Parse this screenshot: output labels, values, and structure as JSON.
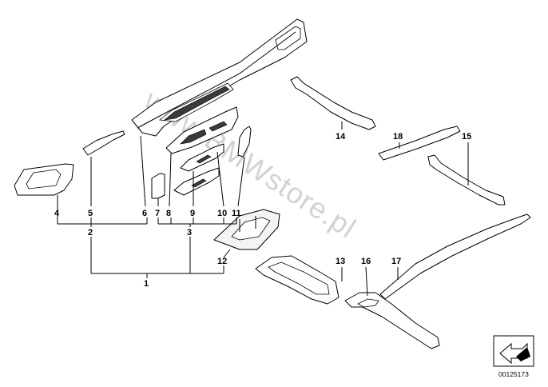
{
  "diagram": {
    "watermark": "www.BMWstore.pl",
    "reference_code": "00125173",
    "callouts": {
      "c1": "1",
      "c2": "2",
      "c3": "3",
      "c4": "4",
      "c5": "5",
      "c6": "6",
      "c7": "7",
      "c8": "8",
      "c9": "9",
      "c10": "10",
      "c11": "11",
      "c12": "12",
      "c13": "13",
      "c14": "14",
      "c15": "15",
      "c16": "16",
      "c17": "17",
      "c18": "18"
    },
    "icons": {
      "corner": "arrow-page-icon"
    }
  }
}
